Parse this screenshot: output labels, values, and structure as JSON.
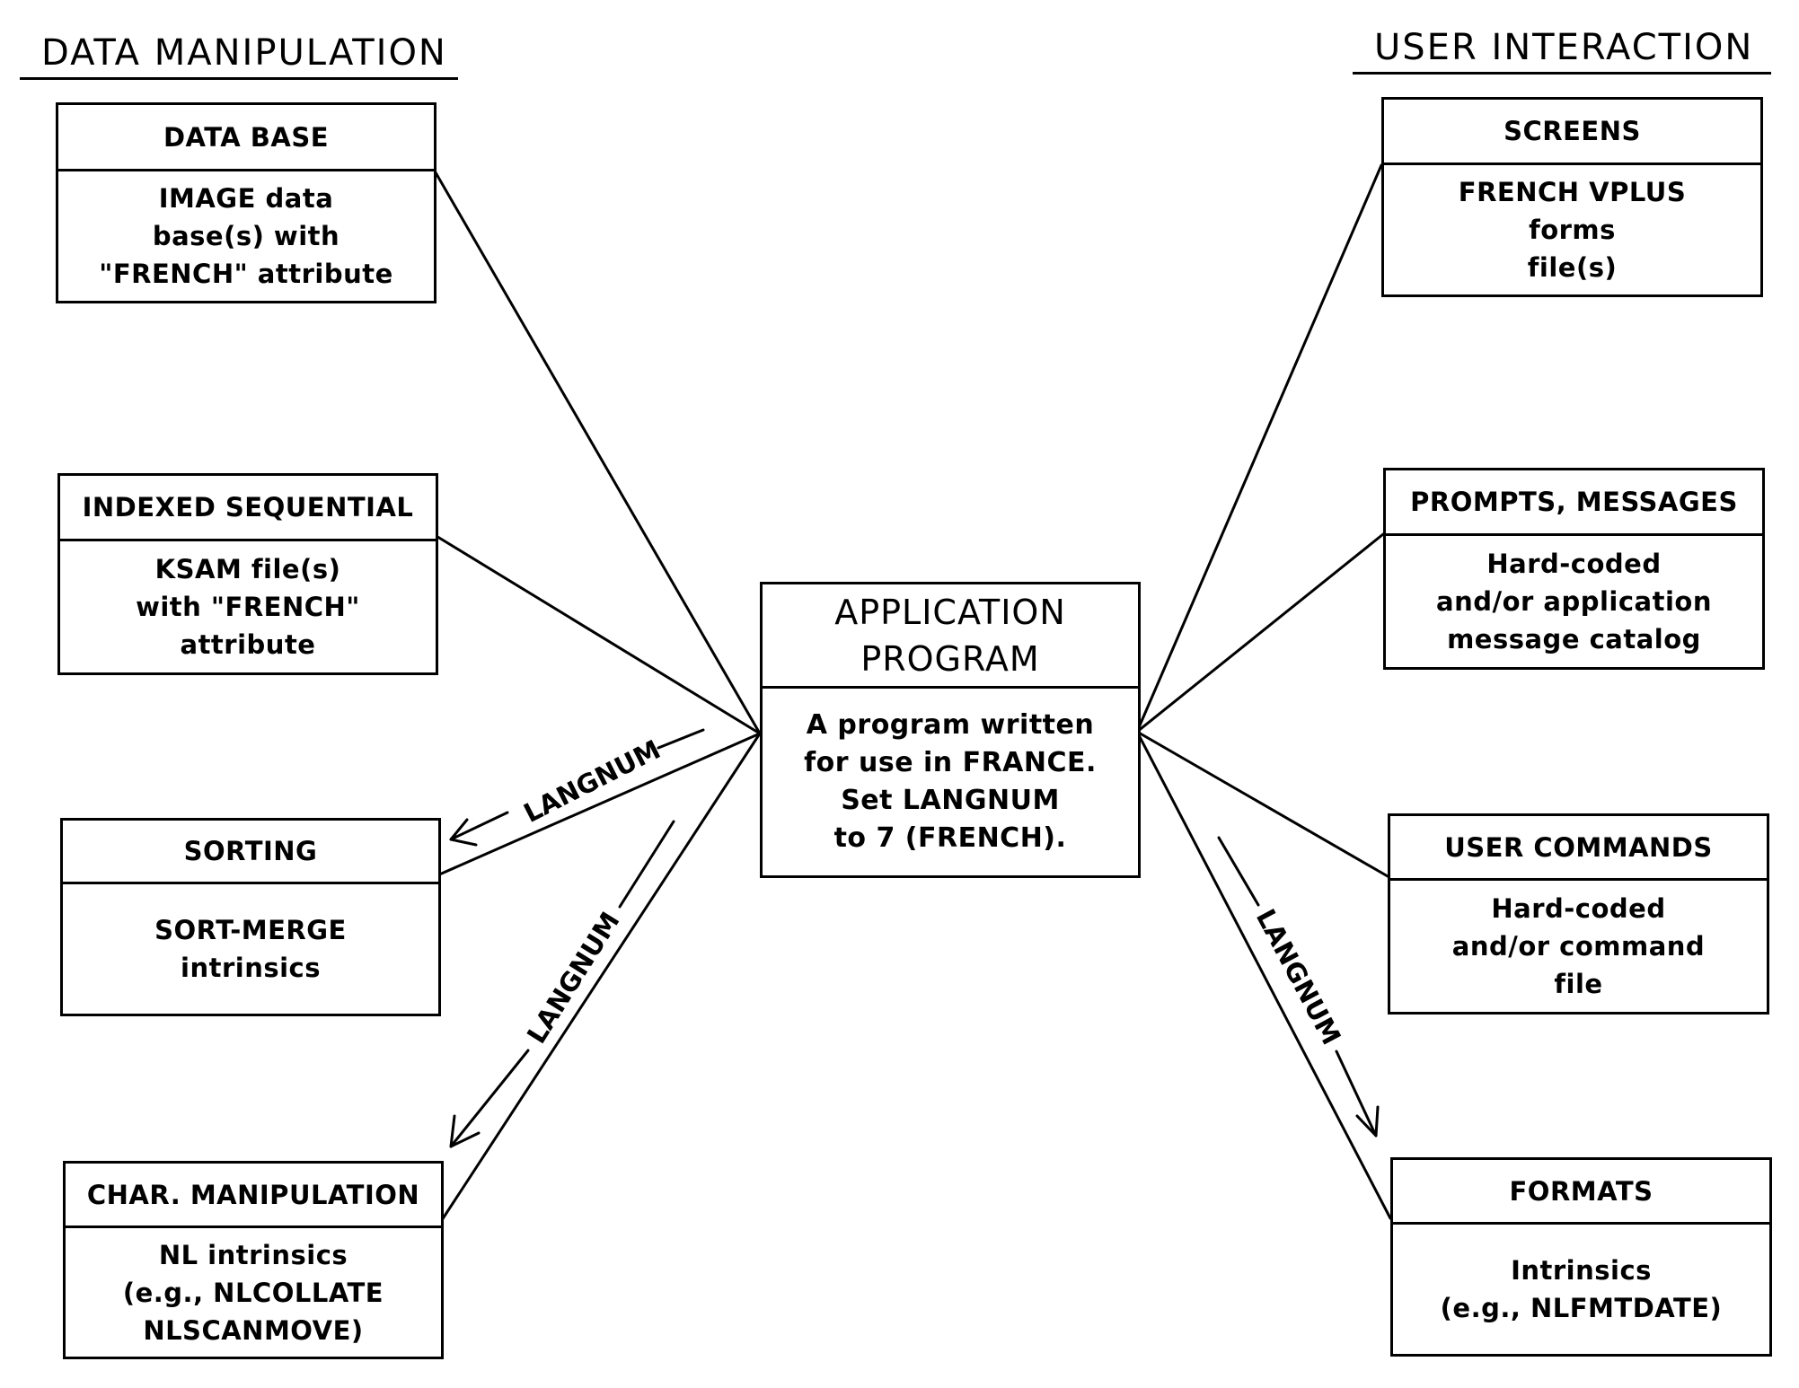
{
  "headers": {
    "left": "DATA MANIPULATION",
    "right": "USER INTERACTION"
  },
  "center": {
    "title_lines": [
      "APPLICATION",
      "PROGRAM"
    ],
    "body_lines": [
      "A program written",
      "for use in FRANCE.",
      "Set LANGNUM",
      "to 7 (FRENCH)."
    ]
  },
  "left_boxes": [
    {
      "title": "DATA BASE",
      "lines": [
        "IMAGE data",
        "base(s) with",
        "\"FRENCH\" attribute"
      ]
    },
    {
      "title": "INDEXED SEQUENTIAL",
      "lines": [
        "KSAM file(s)",
        "with \"FRENCH\"",
        "attribute"
      ]
    },
    {
      "title": "SORTING",
      "lines": [
        "SORT-MERGE",
        "intrinsics"
      ]
    },
    {
      "title": "CHAR. MANIPULATION",
      "lines": [
        "NL intrinsics",
        "(e.g., NLCOLLATE",
        "NLSCANMOVE)"
      ]
    }
  ],
  "right_boxes": [
    {
      "title": "SCREENS",
      "lines": [
        "FRENCH VPLUS",
        "forms",
        "file(s)"
      ]
    },
    {
      "title": "PROMPTS, MESSAGES",
      "lines": [
        "Hard-coded",
        "and/or application",
        "message catalog"
      ]
    },
    {
      "title": "USER COMMANDS",
      "lines": [
        "Hard-coded",
        "and/or command",
        "file"
      ]
    },
    {
      "title": "FORMATS",
      "lines": [
        "Intrinsics",
        "(e.g., NLFMTDATE)"
      ]
    }
  ],
  "arrow_labels": {
    "sorting": "LANGNUM",
    "char_manipulation": "LANGNUM",
    "formats": "LANGNUM"
  },
  "colors": {
    "ink": "#000000",
    "background": "#ffffff"
  }
}
